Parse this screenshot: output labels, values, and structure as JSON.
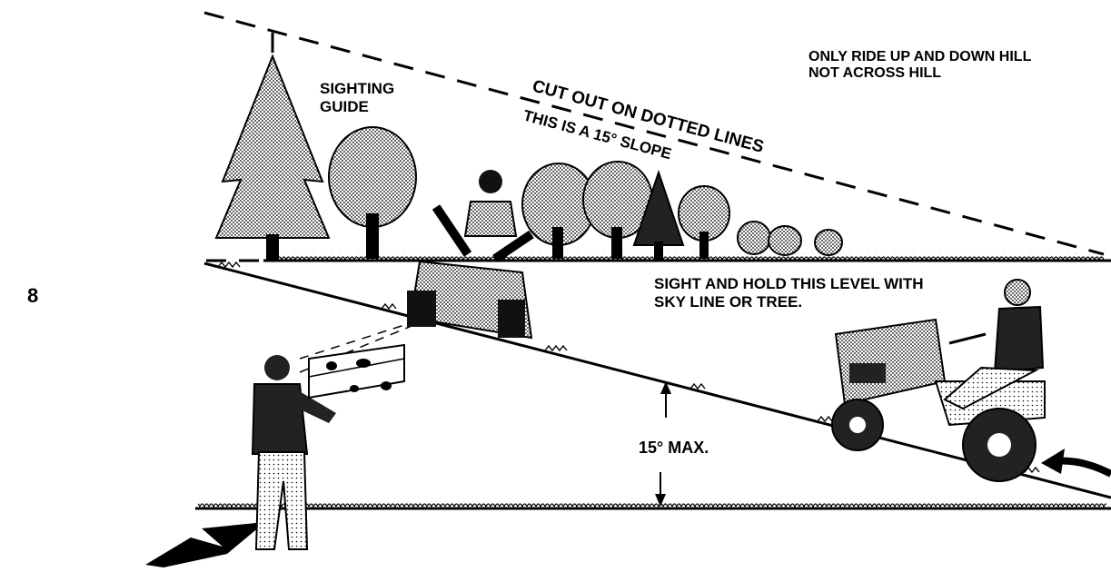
{
  "page_number": "8",
  "labels": {
    "sighting_guide_line1": "SIGHTING",
    "sighting_guide_line2": "GUIDE",
    "cut_out": "CUT OUT ON DOTTED LINES",
    "slope_note": "THIS IS A 15° SLOPE",
    "ride_warning_line1": "ONLY RIDE UP AND DOWN HILL",
    "ride_warning_line2": "NOT ACROSS HILL",
    "sight_hold_line1": "SIGHT AND HOLD THIS LEVEL WITH",
    "sight_hold_line2": "SKY LINE OR TREE.",
    "max_angle": "15° MAX."
  },
  "icons": {
    "trees": "tree-row-icon",
    "mower_front": "riding-mower-front-icon",
    "mower_side": "riding-mower-side-icon",
    "person": "person-with-guide-icon",
    "arrows": "direction-arrow-icon"
  },
  "colors": {
    "ink": "#000000",
    "paper": "#ffffff",
    "gray": "#8a8a8a",
    "light_gray": "#c8c8c8"
  }
}
